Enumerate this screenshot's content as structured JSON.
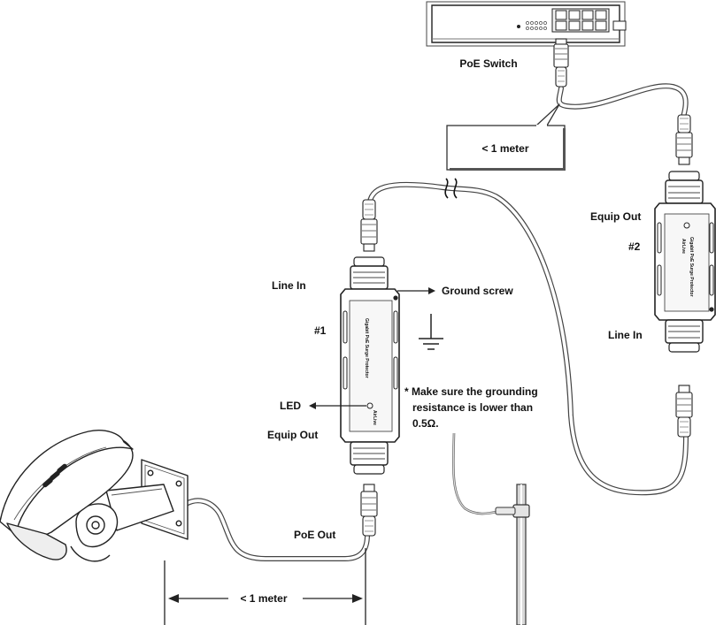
{
  "labels": {
    "poe_switch": "PoE Switch",
    "callout_top": "< 1 meter",
    "equip_out_2": "Equip Out",
    "unit2_num": "#2",
    "line_in_2": "Line In",
    "line_in_1": "Line In",
    "ground_screw": "Ground screw",
    "unit1_num": "#1",
    "led": "LED",
    "equip_out_1": "Equip Out",
    "note_line1": "* Make sure the grounding",
    "note_line2": "resistance is lower than",
    "note_line3": "0.5Ω.",
    "poe_out": "PoE Out",
    "dimension_bottom": "< 1 meter"
  },
  "device_text": {
    "unit2_brand": "AirLive",
    "unit2_model": "Gigabit PoE Surge Protector",
    "unit1_model": "Gigabit PoE Surge Protector",
    "unit1_brand": "AirLive"
  }
}
